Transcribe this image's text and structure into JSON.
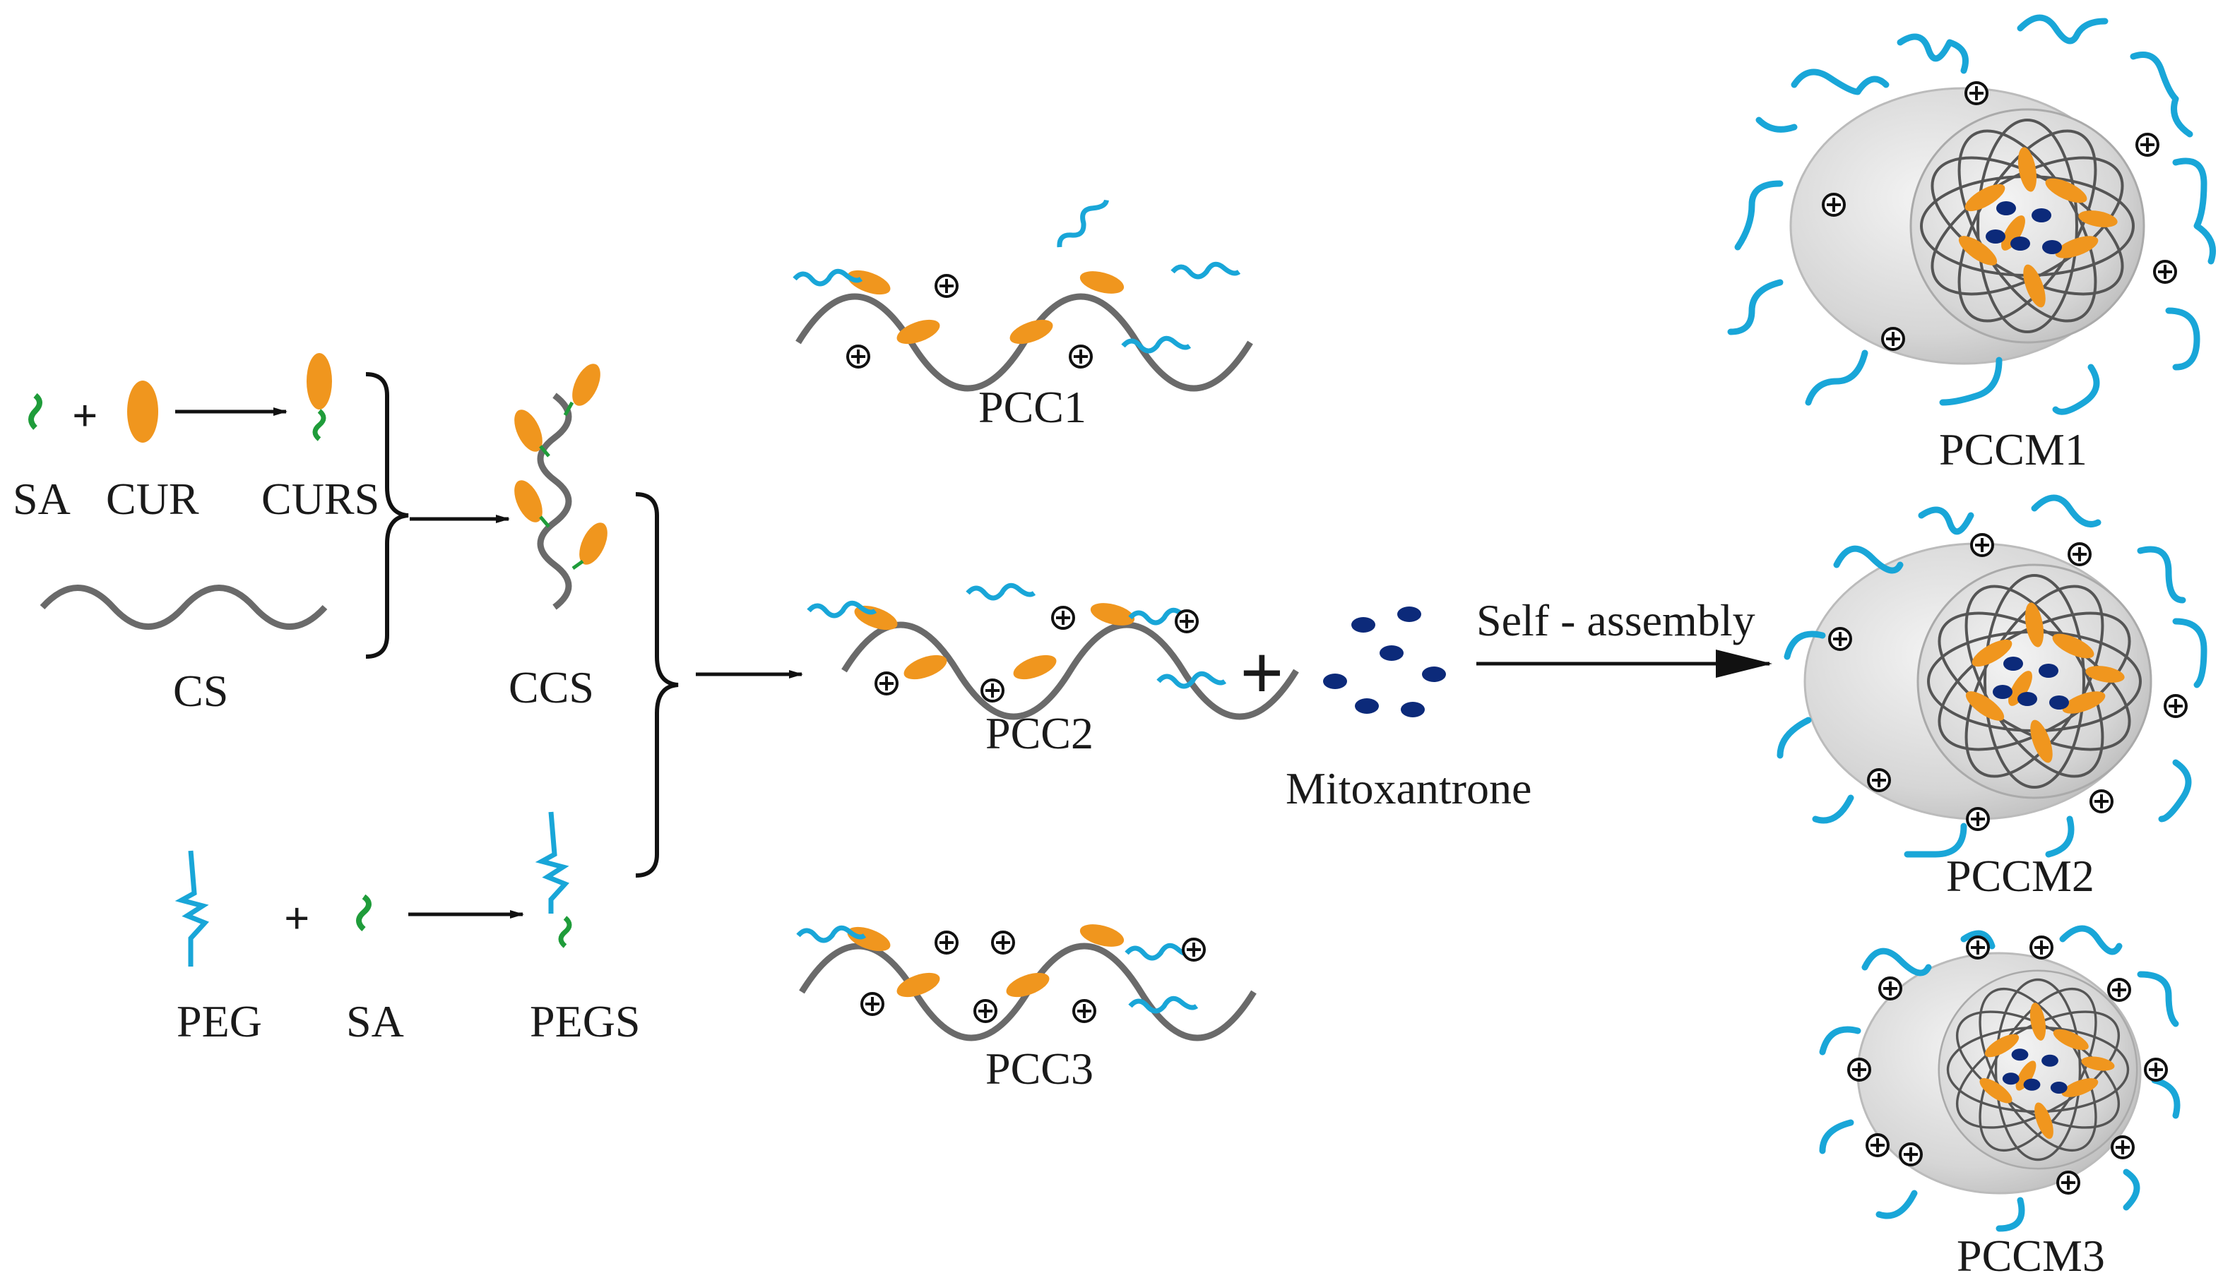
{
  "colors": {
    "backbone": "#6a6a6a",
    "curcumin": "#f0961e",
    "stearic_acid": "#1f9c3a",
    "peg": "#19a6d8",
    "mitoxantrone": "#0c2a7a",
    "micelle_shell": "#d8d8d8",
    "arrow": "#111111"
  },
  "icons": {
    "positive_charge": "circled-plus-icon"
  },
  "labels": {
    "sa_top": "SA",
    "cur": "CUR",
    "curs": "CURS",
    "cs": "CS",
    "ccs": "CCS",
    "peg": "PEG",
    "sa_bottom": "SA",
    "pegs": "PEGS",
    "pcc1": "PCC1",
    "pcc2": "PCC2",
    "pcc3": "PCC3",
    "mitoxantrone": "Mitoxantrone",
    "self_assembly": "Self - assembly",
    "pccm1": "PCCM1",
    "pccm2": "PCCM2",
    "pccm3": "PCCM3"
  },
  "operators": {
    "plus": "+"
  }
}
